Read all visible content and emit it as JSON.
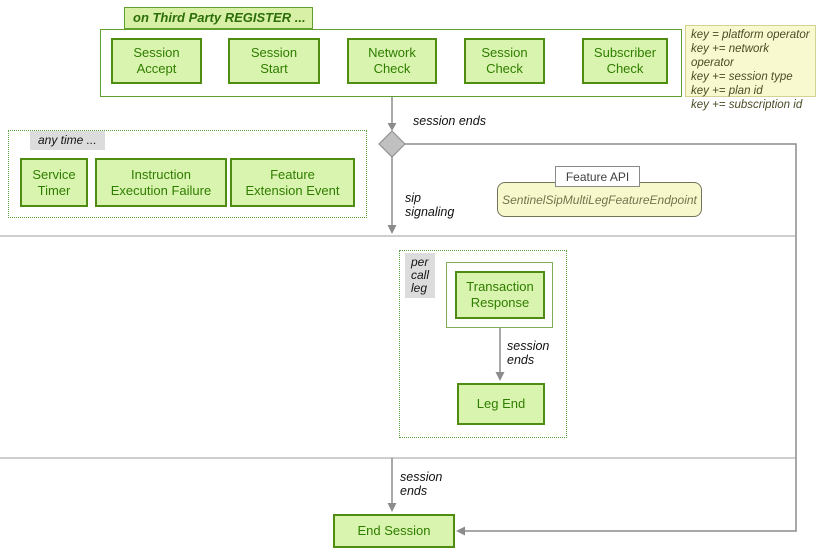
{
  "title_tab": "on Third Party REGISTER ...",
  "key_box": {
    "lines": [
      "key = platform operator",
      "key += network operator",
      "key += session type",
      "key += plan id",
      "key += subscription id"
    ]
  },
  "top_flow": {
    "states": [
      {
        "line1": "Session",
        "line2": "Accept"
      },
      {
        "line1": "Session",
        "line2": "Start"
      },
      {
        "line1": "Network",
        "line2": "Check"
      },
      {
        "line1": "Session",
        "line2": "Check"
      },
      {
        "line1": "Subscriber",
        "line2": "Check"
      }
    ]
  },
  "any_time": {
    "label": "any time ...",
    "states": [
      {
        "line1": "Service",
        "line2": "Timer"
      },
      {
        "line1": "Instruction",
        "line2": "Execution Failure"
      },
      {
        "line1": "Feature",
        "line2": "Extension Event"
      }
    ]
  },
  "decision": {
    "session_ends_label": "session ends",
    "sip_line1": "sip",
    "sip_line2": "signaling"
  },
  "feature_api": {
    "label": "Feature API",
    "endpoint": "SentinelSipMultiLegFeatureEndpoint"
  },
  "per_call_leg": {
    "label_line1": "per",
    "label_line2": "call",
    "label_line3": "leg",
    "transaction": {
      "line1": "Transaction",
      "line2": "Response"
    },
    "session_ends_line1": "session",
    "session_ends_line2": "ends",
    "leg_end": "Leg End"
  },
  "bottom": {
    "session_ends_line1": "session",
    "session_ends_line2": "ends",
    "end_session": "End Session"
  },
  "colors": {
    "state_fill": "#d9f4ae",
    "state_border": "#4e8c12",
    "state_text": "#2f7d00",
    "note_fill": "#f9f9cf",
    "endpoint_fill": "#f8f8cd",
    "tab_fill": "#d8f0a6",
    "gray_label_bg": "#dcdcdc",
    "line_gray": "#8c8c8c",
    "block_arrow_gray": "#b8b8b8"
  }
}
